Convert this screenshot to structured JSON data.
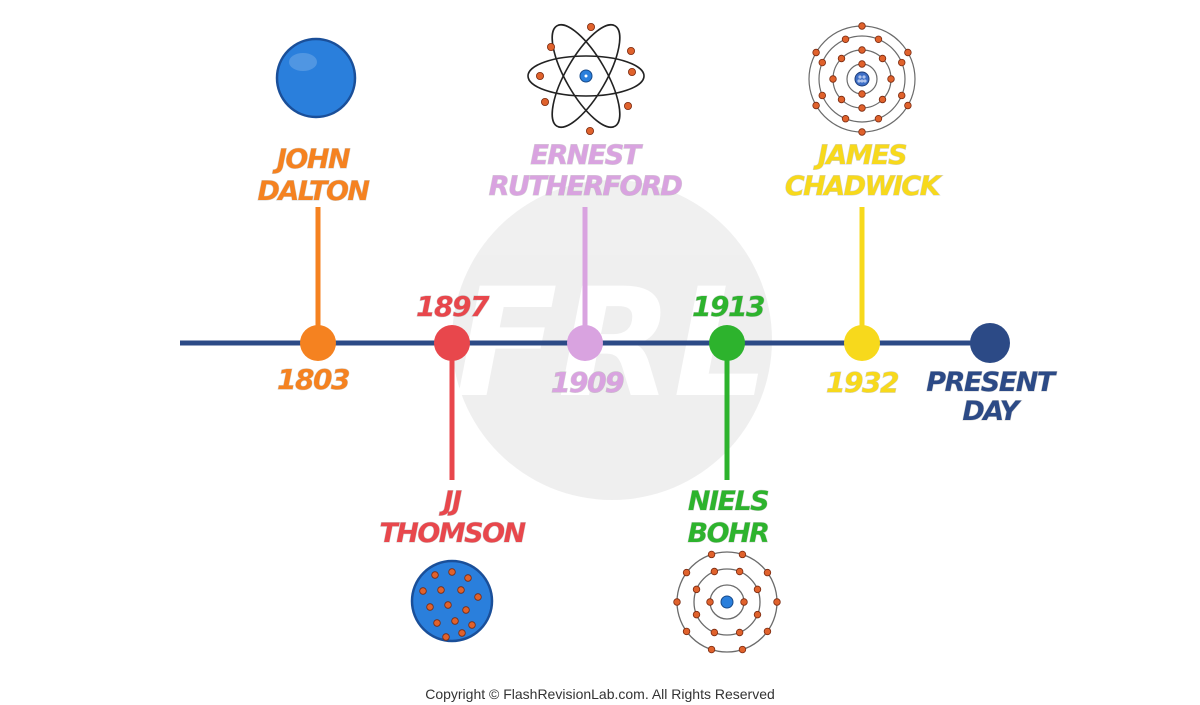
{
  "colors": {
    "line": "#2c4a86",
    "dalton": "#f58220",
    "thomson": "#e8474c",
    "rutherford": "#d9a3e0",
    "bohr": "#2db32d",
    "chadwick": "#f7d91c",
    "present": "#2c4a86",
    "blue_sphere": "#2a7fdc",
    "electron": "#e0622c",
    "orbit": "#6b6b6b"
  },
  "events": [
    {
      "id": "dalton",
      "name_line1": "JOHN",
      "name_line2": "DALTON",
      "year": "1803",
      "model_icon": "solid-sphere-icon"
    },
    {
      "id": "thomson",
      "name_line1": "JJ",
      "name_line2": "THOMSON",
      "year": "1897",
      "model_icon": "plum-pudding-icon"
    },
    {
      "id": "rutherford",
      "name_line1": "ERNEST",
      "name_line2": "RUTHERFORD",
      "year": "1909",
      "model_icon": "nuclear-atom-icon"
    },
    {
      "id": "bohr",
      "name_line1": "NIELS",
      "name_line2": "BOHR",
      "year": "1913",
      "model_icon": "bohr-shell-icon"
    },
    {
      "id": "chadwick",
      "name_line1": "JAMES",
      "name_line2": "CHADWICK",
      "year": "1932",
      "model_icon": "neutron-atom-icon"
    },
    {
      "id": "present",
      "name_line1": "PRESENT",
      "name_line2": "DAY",
      "year": ""
    }
  ],
  "watermark_text": "FRL",
  "footer": {
    "copyright": "Copyright © FlashRevisionLab.com. All Rights Reserved"
  }
}
